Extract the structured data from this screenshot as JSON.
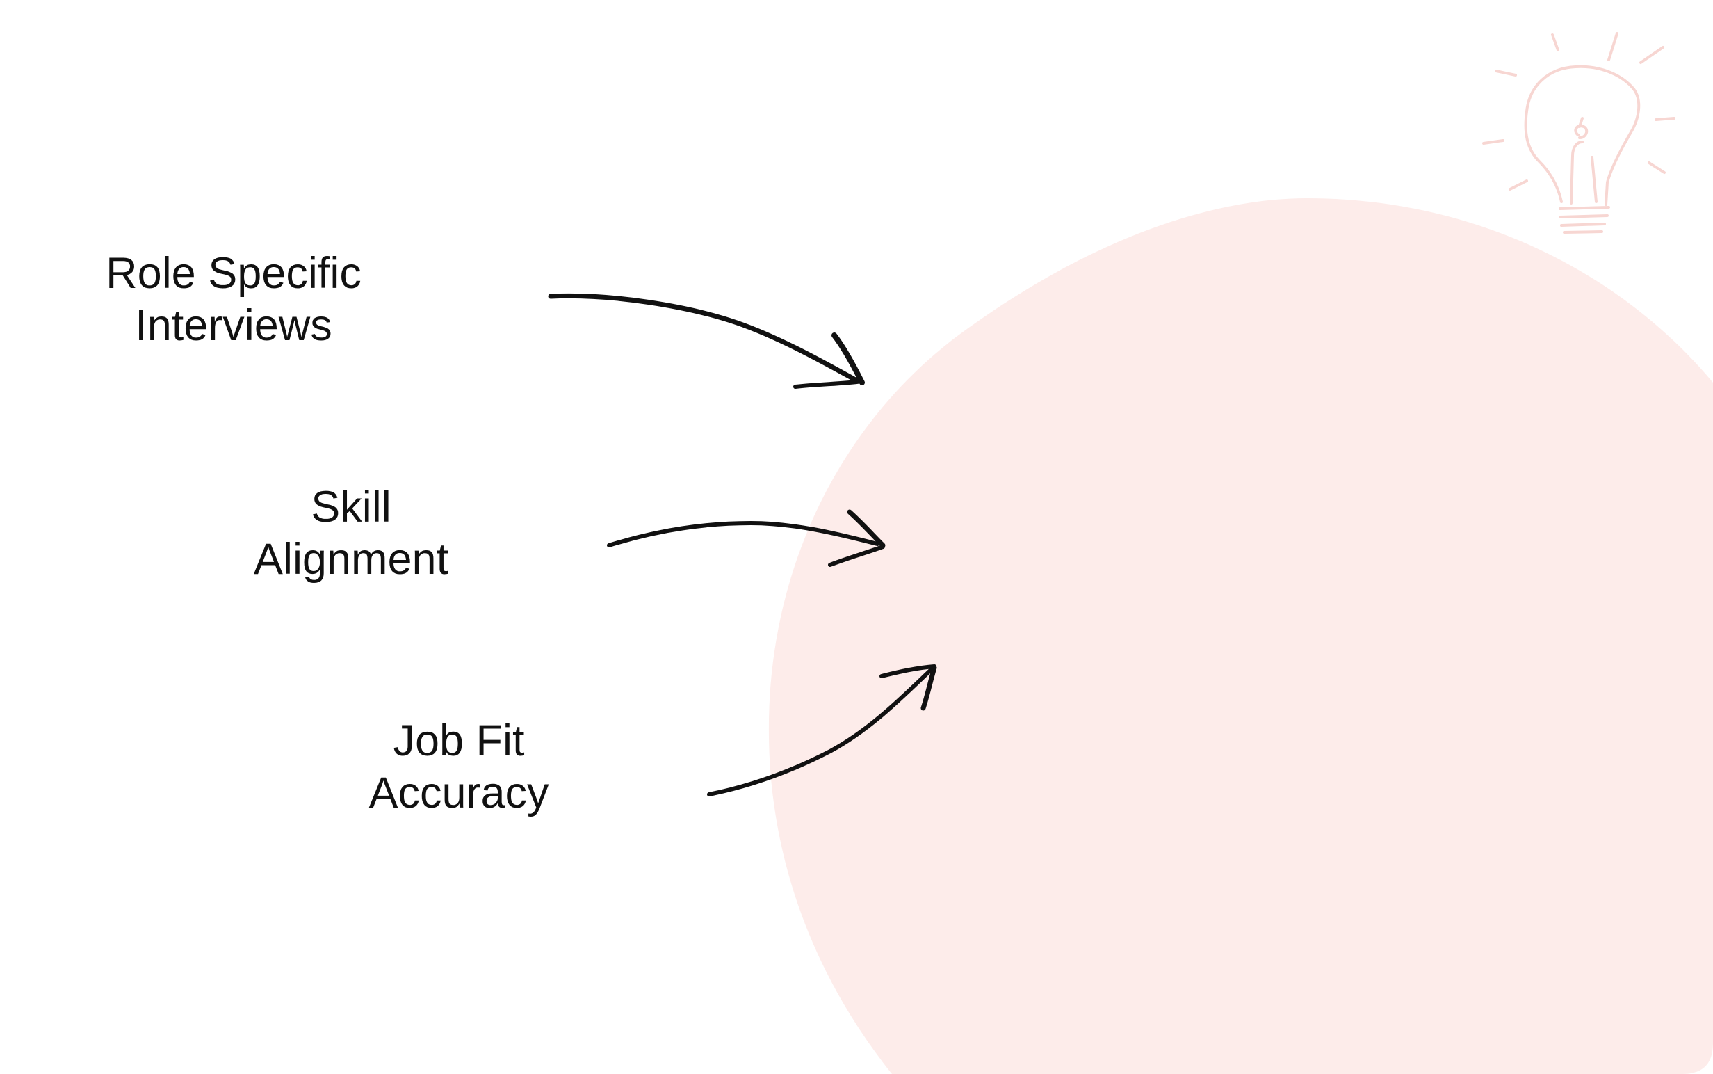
{
  "labels": [
    {
      "line1": "Role Specific",
      "line2": "Interviews"
    },
    {
      "line1": "Skill",
      "line2": "Alignment"
    },
    {
      "line1": "Job Fit",
      "line2": "Accuracy"
    }
  ],
  "colors": {
    "background": "#ffffff",
    "circle": "#fdecea",
    "bulb": "#f7d6d2",
    "arrow": "#111111",
    "text": "#111111"
  },
  "icons": [
    "lightbulb-icon",
    "arrow-icon"
  ]
}
